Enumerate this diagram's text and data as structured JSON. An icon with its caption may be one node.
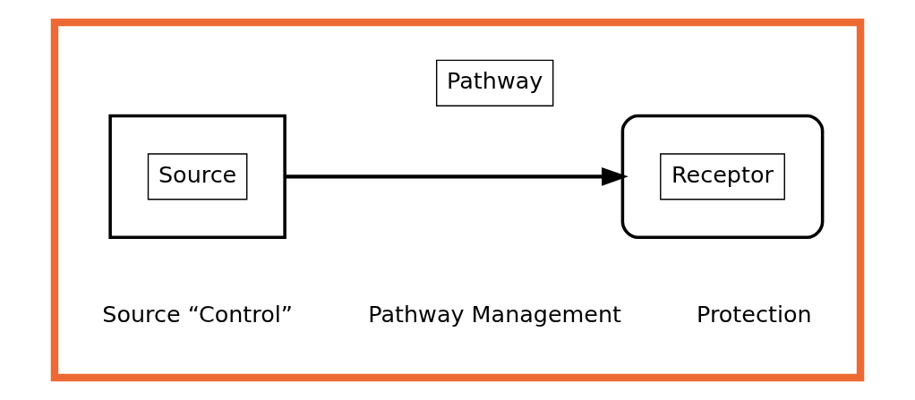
{
  "diagram": {
    "nodes": [
      {
        "text": [],
        "shape": "box"
      },
      {
        "text": [],
        "shape": "box",
        "in": 0
      },
      {
        "text": [
          "Source"
        ],
        "in": 1
      },
      {
        "text": [
          "Pathway"
        ],
        "in": 0
      },
      {
        "text": [],
        "shape": "ellipse",
        "in": 0
      },
      {
        "text": [
          "Receptor"
        ],
        "in": 4
      }
    ],
    "edges": [
      {
        "from": 1,
        "to": 4,
        "arrow": "to"
      }
    ],
    "labels": [
      "Source “Control”",
      "Pathway Management",
      "Protection"
    ]
  }
}
